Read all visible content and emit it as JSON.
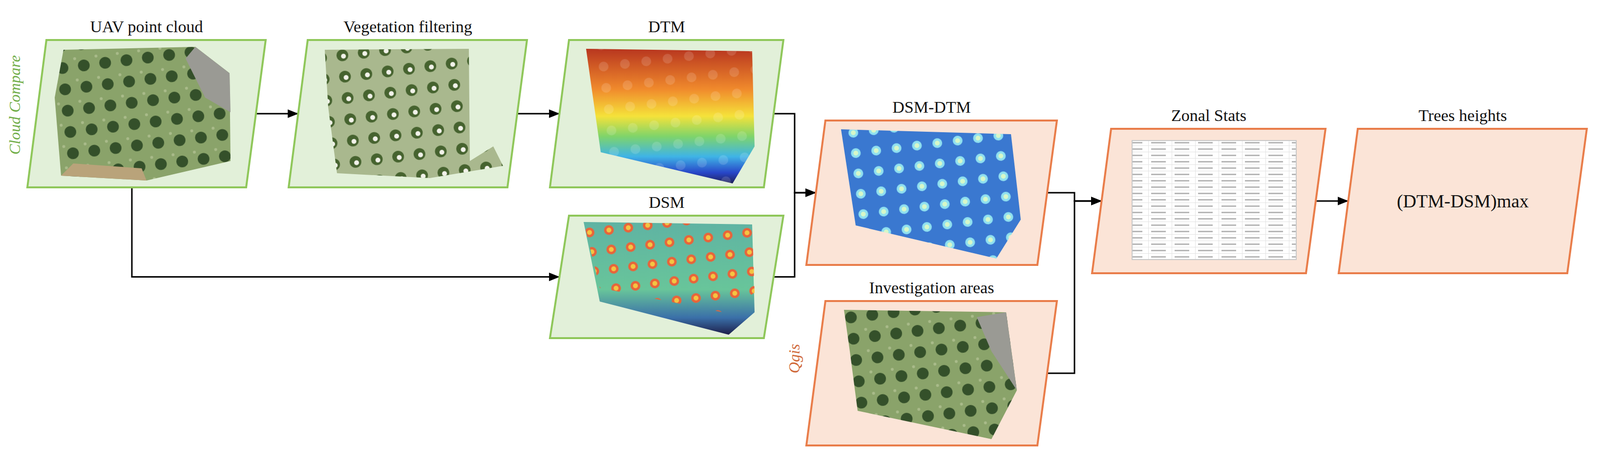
{
  "diagram": {
    "nodes": [
      {
        "text": [
          "UAV point cloud"
        ]
      },
      {
        "text": [
          "Vegetation filtering"
        ]
      },
      {
        "text": [
          "DTM"
        ]
      },
      {
        "text": [
          "DSM"
        ]
      },
      {
        "text": [
          "DSM-DTM"
        ]
      },
      {
        "text": [
          "Investigation areas"
        ]
      },
      {
        "text": [
          "Zonal Stats"
        ]
      },
      {
        "text": [
          "Trees heights",
          "(DTM-DSM)max"
        ]
      }
    ],
    "edges": [
      {
        "from": 0,
        "to": 1,
        "arrow": "to"
      },
      {
        "from": 1,
        "to": 2,
        "arrow": "to"
      },
      {
        "from": 0,
        "to": 3,
        "arrow": "to"
      },
      {
        "from": 2,
        "to": 4,
        "arrow": "to"
      },
      {
        "from": 3,
        "to": 4,
        "arrow": "to"
      },
      {
        "from": 4,
        "to": 6,
        "arrow": "to"
      },
      {
        "from": 5,
        "to": 6,
        "arrow": "to"
      },
      {
        "from": 6,
        "to": 7,
        "arrow": "to"
      }
    ],
    "labels": [
      "Cloud Compare",
      "Qgis"
    ]
  }
}
